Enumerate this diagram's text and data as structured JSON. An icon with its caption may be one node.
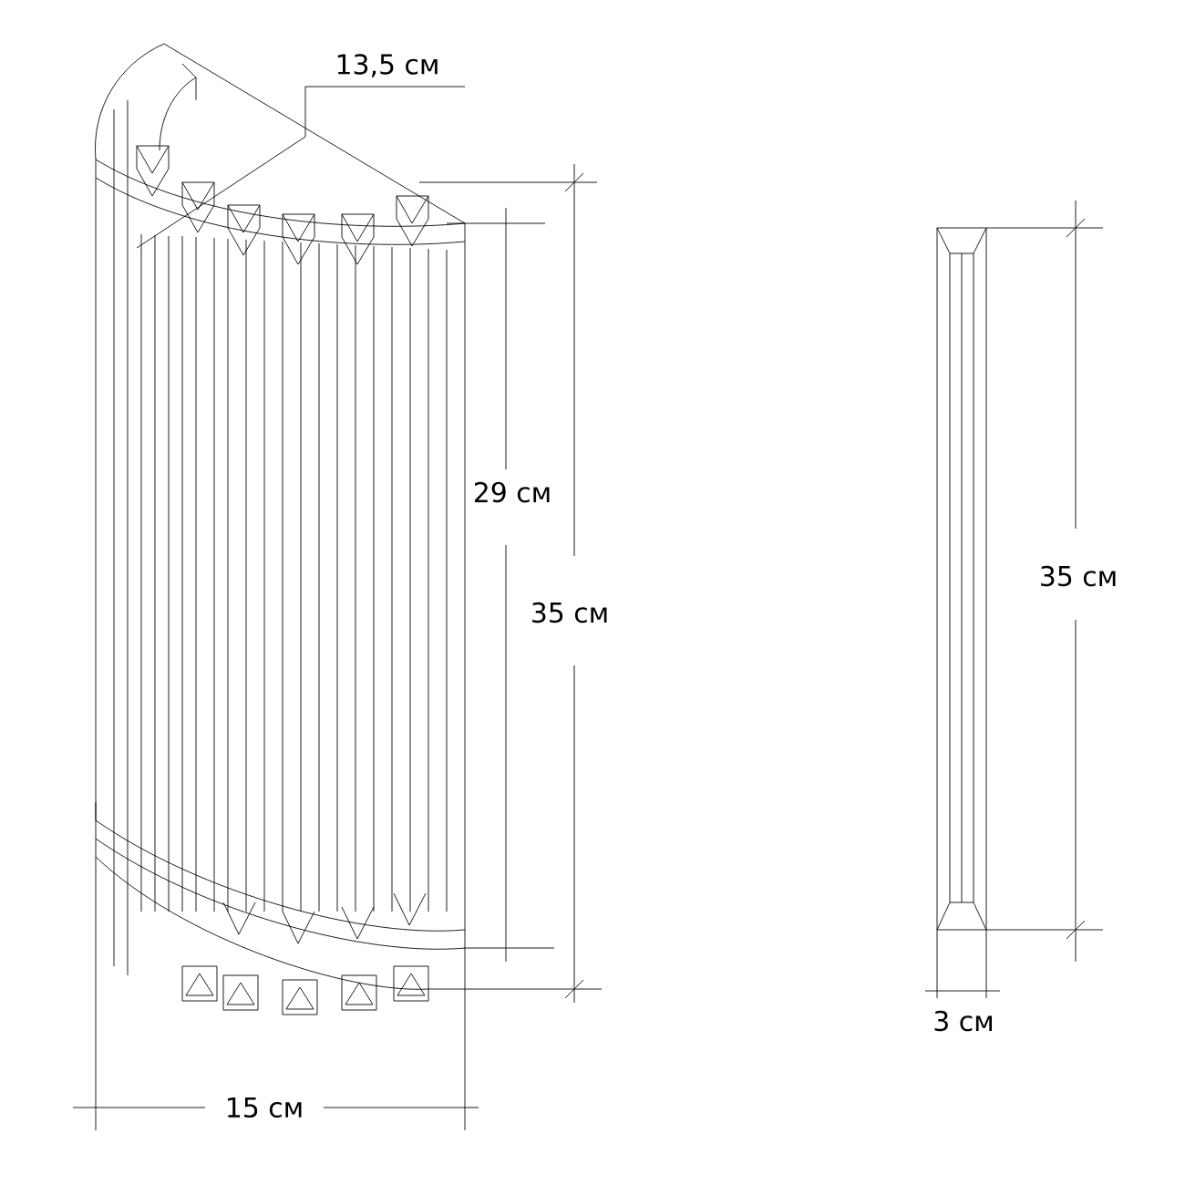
{
  "diagram": {
    "labels": [
      "13,5 см",
      "29 см",
      "35 см",
      "15 см",
      "35 см",
      "3 см"
    ]
  }
}
